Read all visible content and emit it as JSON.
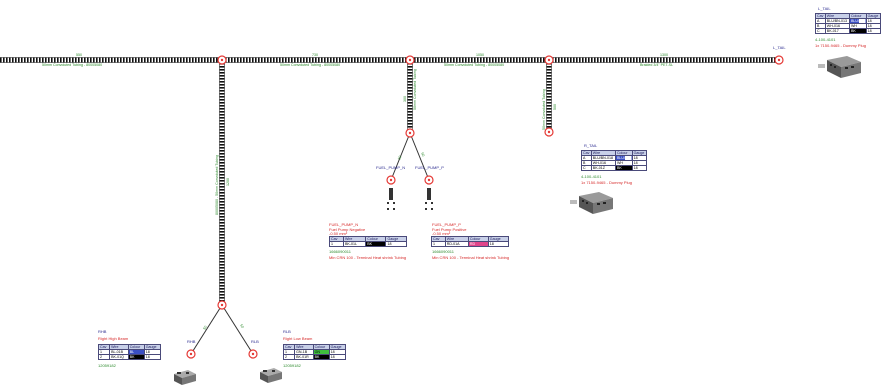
{
  "bundles": {
    "b1_len": "550",
    "b1_label": "50mm Convoluted Tubing - 80005080",
    "b2_len": "730",
    "b2_label": "50mm Convoluted Tubing - 80005080",
    "b3_len": "1050",
    "b3_label": "50mm Convoluted Tubing - 80005080",
    "b4_len": "1300",
    "b4_label": "Braided 3/4\" PET-SL",
    "v1_len": "1200",
    "v1_label": "80005080 - 50mm Convoluted Tubing",
    "v2_len": "300",
    "v2_label": "50mm Convoluted Tubing",
    "v3_len": "500",
    "v3_label": "50mm Convoluted Tubing",
    "fp_len1": "50",
    "fp_len2": "50",
    "hb_len1": "50",
    "hb_len2": "50"
  },
  "connectors": {
    "l_tail": {
      "title": "L_TAIL",
      "head": [
        "Cav",
        "Wire",
        "Colour",
        "Gauge"
      ],
      "rows": [
        [
          "A",
          "BLU/BN-013",
          "BLU/BN",
          "18"
        ],
        [
          "B",
          "WH-016",
          "WH",
          "18"
        ],
        [
          "C",
          "BK-017",
          "BK",
          "18"
        ]
      ],
      "pn": "4-100-4101",
      "desc": "1x 7150-9465 - Dummy Plug"
    },
    "r_tail": {
      "title": "R_TAIL",
      "head": [
        "Cav",
        "Wire",
        "Colour",
        "Gauge"
      ],
      "rows": [
        [
          "A",
          "BLU/BN-018",
          "BLU/BN",
          "18"
        ],
        [
          "B",
          "WH-016",
          "WH",
          "18"
        ],
        [
          "C",
          "BK-01Z",
          "BK",
          "18"
        ]
      ],
      "pn": "4-100-4101",
      "desc": "1x 7150-9465 - Dummy Plug"
    },
    "fuel_pump_n": {
      "label": "FUEL_PUMP_N",
      "title": "FUEL_PUMP_N",
      "sub1": "Fuel Pump Negative",
      "sub2": "-0.50 mm²",
      "head": [
        "Cav",
        "Wire",
        "Colour",
        "Gauge"
      ],
      "rows": [
        [
          "1",
          "BK-01L",
          "BK",
          "18"
        ]
      ],
      "pn": "1666090011",
      "desc": "Min CRN 100 - Terminal Heat shrink Tubing"
    },
    "fuel_pump_p": {
      "label": "FUEL_PUMP_P",
      "title": "FUEL_PUMP_P",
      "sub1": "Fuel Pump Positive",
      "sub2": "-0.50 mm²",
      "head": [
        "Cav",
        "Wire",
        "Colour",
        "Gauge"
      ],
      "rows": [
        [
          "1",
          "RD-01A",
          "RD",
          "18"
        ]
      ],
      "pn": "1666090011",
      "desc": "Min CRN 100 - Terminal Heat shrink Tubing"
    },
    "rhb": {
      "label": "RHB",
      "title": "RHB",
      "sub1": "Right High Beam",
      "head": [
        "Cav",
        "Wire",
        "Colour",
        "Gauge"
      ],
      "rows": [
        [
          "1",
          "BL-01B",
          "BL",
          "18"
        ],
        [
          "2",
          "BK-01Q",
          "BK",
          "18"
        ]
      ],
      "pn": "12059182"
    },
    "rlb": {
      "label": "RLB",
      "title": "RLB",
      "sub1": "Right Low Beam",
      "head": [
        "Cav",
        "Wire",
        "Colour",
        "Gauge"
      ],
      "rows": [
        [
          "1",
          "GN-1B",
          "GN",
          "18"
        ],
        [
          "2",
          "BK-01R",
          "BK",
          "18"
        ]
      ],
      "pn": "12059182"
    },
    "l_tail_label": "L_TAIL"
  },
  "colors": {
    "node": "#e53935",
    "bundle": "#111111",
    "label_blue": "#2b2b8f",
    "label_red": "#d62828",
    "label_green": "#2e8b2e",
    "wire_blue": "#3a4fc4",
    "wire_black": "#000000",
    "wire_white": "#ffffff",
    "wire_red": "#e0458a",
    "wire_green": "#3fbf3f"
  }
}
